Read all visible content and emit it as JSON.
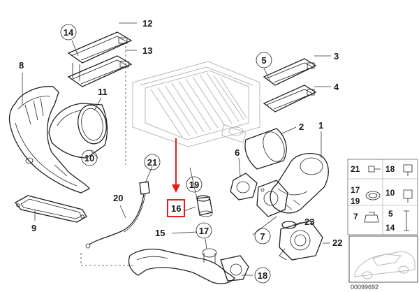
{
  "diagram": {
    "highlight_color": "#e0201a",
    "callouts": {
      "c1": "1",
      "c2": "2",
      "c3": "3",
      "c4": "4",
      "c5": "5",
      "c6": "6",
      "c7": "7",
      "c8": "8",
      "c9": "9",
      "c10": "10",
      "c11": "11",
      "c12": "12",
      "c13": "13",
      "c14": "14",
      "c15": "15",
      "c16": "16",
      "c17": "17",
      "c18": "18",
      "c19": "19",
      "c20": "20",
      "c21": "21",
      "c22": "22",
      "c23": "23"
    },
    "legend": {
      "items": [
        "21",
        "18",
        "17",
        "19",
        "10",
        "7",
        "5",
        "14"
      ]
    },
    "reference_code": "00099692"
  }
}
